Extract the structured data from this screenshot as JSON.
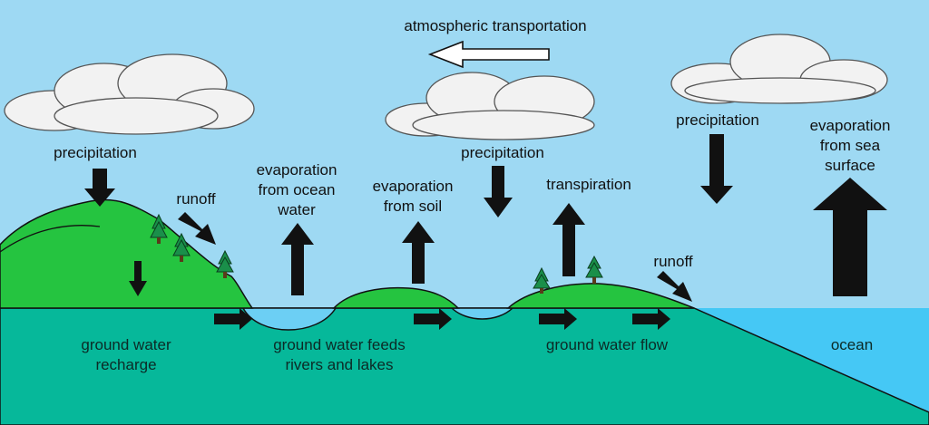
{
  "diagram": {
    "colors": {
      "sky": "#9ed9f3",
      "ground": "#06b89a",
      "hill": "#25c440",
      "ocean": "#45c8f5",
      "water": "#6ccff4",
      "cloud": "#f2f2f2",
      "tree": "#1a8f4a",
      "arrow": "#111111"
    },
    "labels": {
      "atmospheric_transport": "atmospheric transportation",
      "precipitation_left": "precipitation",
      "runoff_left": "runoff",
      "evap_ocean_water": "evaporation\nfrom ocean\nwater",
      "evap_soil": "evaporation\nfrom soil",
      "precipitation_mid": "precipitation",
      "transpiration": "transpiration",
      "precipitation_right": "precipitation",
      "evap_sea_surface": "evaporation\nfrom sea\nsurface",
      "runoff_right": "runoff",
      "gw_recharge": "ground water\nrecharge",
      "gw_feeds": "ground water feeds\nrivers and lakes",
      "gw_flow": "ground water flow",
      "ocean": "ocean"
    }
  }
}
